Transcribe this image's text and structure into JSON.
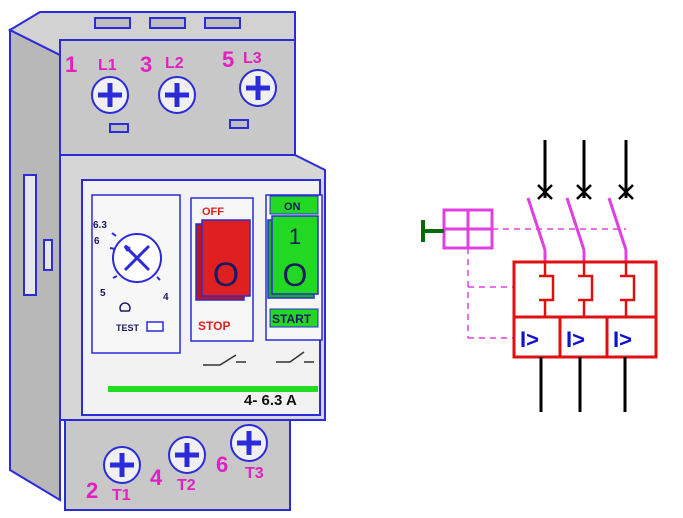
{
  "breaker": {
    "top_terminals": [
      {
        "number": "1",
        "name": "L1"
      },
      {
        "number": "3",
        "name": "L2"
      },
      {
        "number": "5",
        "name": "L3"
      }
    ],
    "bottom_terminals": [
      {
        "number": "2",
        "name": "T1"
      },
      {
        "number": "4",
        "name": "T2"
      },
      {
        "number": "6",
        "name": "T3"
      }
    ],
    "dial": {
      "scale_top": "6.3",
      "scale_second": "6",
      "scale_low": "5",
      "scale_bottom": "4",
      "test_label": "TEST"
    },
    "off_button": {
      "caption": "OFF",
      "symbol": "O",
      "label": "STOP"
    },
    "on_button": {
      "caption": "ON",
      "symbol": "1",
      "symbol_lower": "O",
      "label": "START"
    },
    "rating": "4- 6.3 A"
  },
  "symbol": {
    "trip_label": "I>"
  },
  "colors": {
    "device_fill": "#c8c8c8",
    "device_outline": "#2b2bd9",
    "terminal_label": "#e020c0",
    "stop_red": "#e02020",
    "start_green": "#22d822",
    "rating_bar": "#22dd22",
    "symbol_red": "#e01010",
    "symbol_magenta": "#e040e0",
    "symbol_blue": "#1010d0"
  }
}
